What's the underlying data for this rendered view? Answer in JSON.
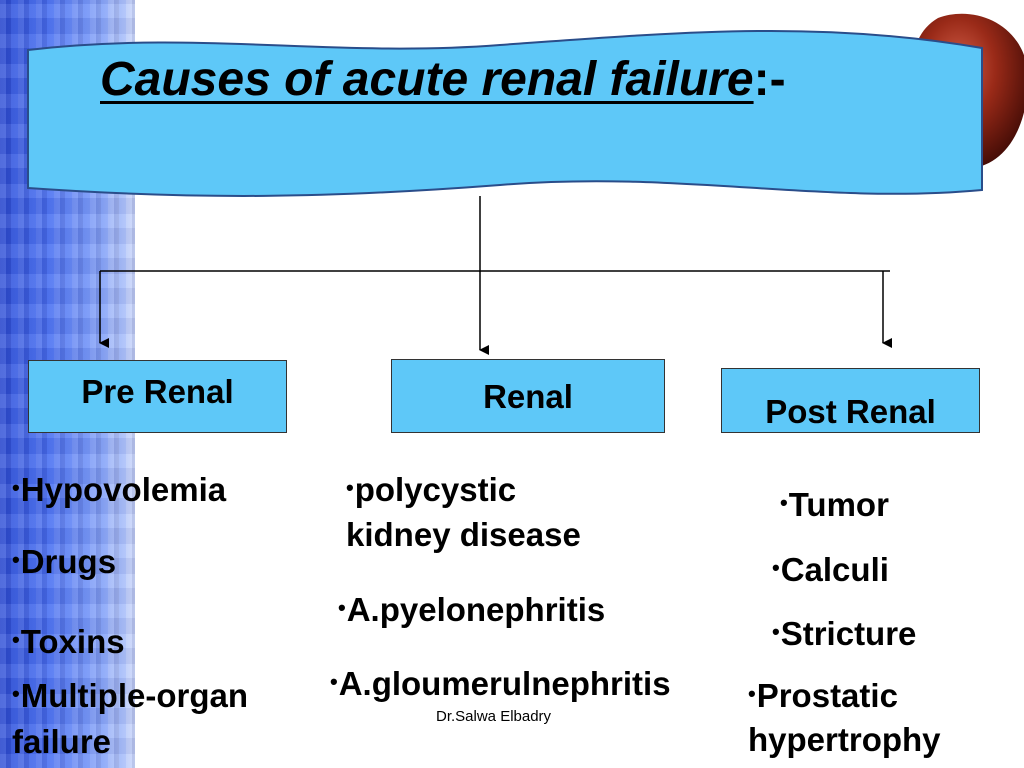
{
  "slide": {
    "title": "Causes of acute renal failure",
    "title_suffix": ":-",
    "footer": "Dr.Salwa Elbadry"
  },
  "colors": {
    "banner_fill": "#5ec8f8",
    "box_fill": "#5ec8f8",
    "side_strip": "#4a6ff0",
    "kidney": "#8a1f12"
  },
  "categories": [
    {
      "label": "Pre Renal",
      "items": [
        "Hypovolemia",
        "Drugs",
        "Toxins",
        "Multiple-organ",
        "failure"
      ]
    },
    {
      "label": "Renal",
      "items": [
        "polycystic",
        "kidney disease",
        "A.pyelonephritis",
        "A.gloumerulnephritis"
      ]
    },
    {
      "label": "Post Renal",
      "items": [
        "Tumor",
        "Calculi",
        "Stricture",
        "Prostatic",
        "hypertrophy"
      ]
    }
  ]
}
